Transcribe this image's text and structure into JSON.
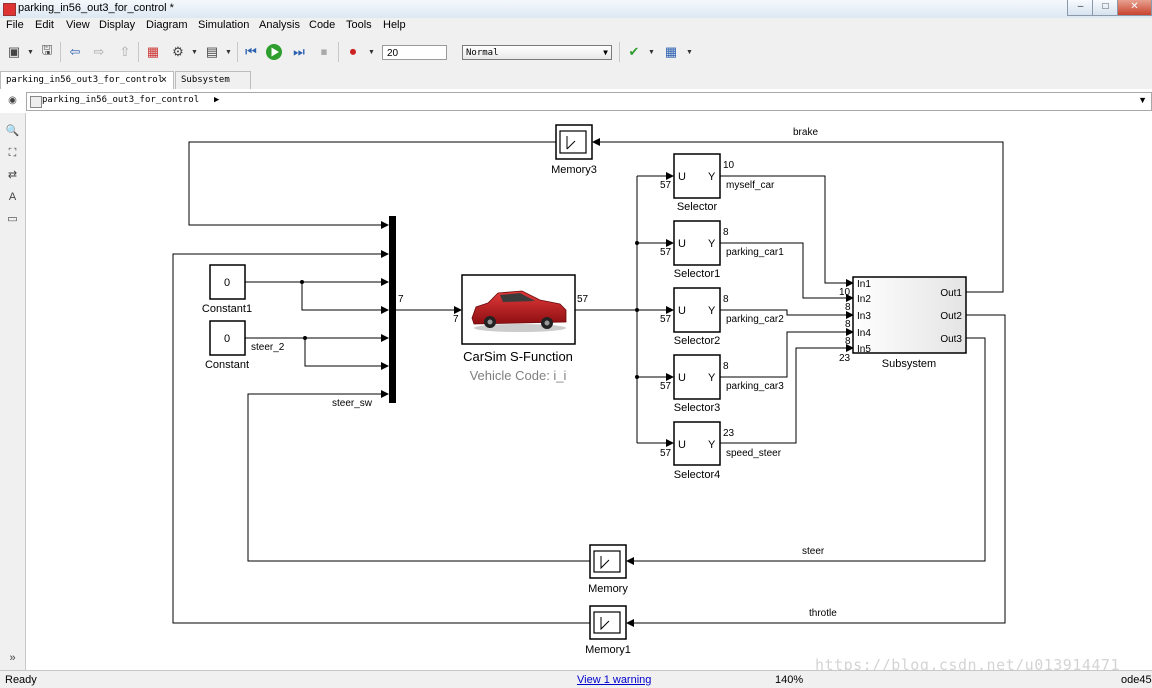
{
  "window": {
    "title": "parking_in56_out3_for_control *"
  },
  "menu": [
    "File",
    "Edit",
    "View",
    "Display",
    "Diagram",
    "Simulation",
    "Analysis",
    "Code",
    "Tools",
    "Help"
  ],
  "toolbar": {
    "stop_time": "20",
    "sim_mode": "Normal"
  },
  "tabs": [
    {
      "label": "parking_in56_out3_for_control",
      "close": "×"
    },
    {
      "label": "Subsystem"
    }
  ],
  "breadcrumb": "parking_in56_out3_for_control",
  "blocks": {
    "memory3": "Memory3",
    "memory": "Memory",
    "memory1": "Memory1",
    "constant1": {
      "name": "Constant1",
      "value": "0"
    },
    "constant": {
      "name": "Constant",
      "value": "0"
    },
    "carsim": {
      "name": "CarSim S-Function",
      "code": "Vehicle Code: i_i"
    },
    "selector": "Selector",
    "selector1": "Selector1",
    "selector2": "Selector2",
    "selector3": "Selector3",
    "selector4": "Selector4",
    "subsystem": "Subsystem",
    "selector_in": "U",
    "selector_out": "Y",
    "sub_inports": [
      "In1",
      "In2",
      "In3",
      "In4",
      "In5"
    ],
    "sub_outports": [
      "Out1",
      "Out2",
      "Out3"
    ]
  },
  "signals": {
    "brake": "brake",
    "steer": "steer",
    "throtle": "throtle",
    "steer_2": "steer_2",
    "steer_sw": "steer_sw",
    "myself_car": "myself_car",
    "parking_car1": "parking_car1",
    "parking_car2": "parking_car2",
    "parking_car3": "parking_car3",
    "speed_steer": "speed_steer"
  },
  "widths": {
    "mux_out": "7",
    "carsim_in": "7",
    "carsim_out": "57",
    "sel_in": [
      "57",
      "57",
      "57",
      "57",
      "57"
    ],
    "sel_out": [
      "10",
      "8",
      "8",
      "8",
      "23"
    ],
    "sub_in": [
      "10",
      "8",
      "8",
      "8",
      "23"
    ]
  },
  "status": {
    "left": "Ready",
    "warning": "View 1 warning",
    "zoom": "140%",
    "solver": "ode45"
  },
  "watermark": "https://blog.csdn.net/u013914471"
}
